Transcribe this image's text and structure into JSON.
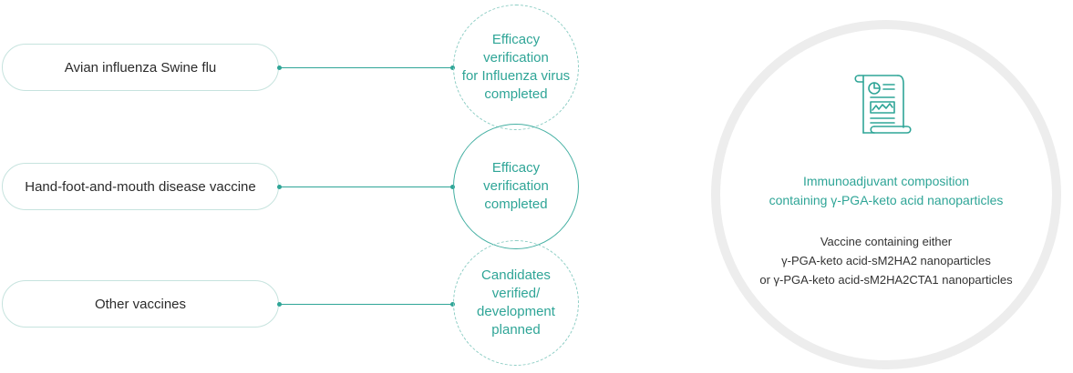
{
  "rows": [
    {
      "label": "Avian influenza Swine flu",
      "status_lines": [
        "Efficacy",
        "verification",
        "for Influenza virus",
        "completed"
      ]
    },
    {
      "label": "Hand-foot-and-mouth disease vaccine",
      "status_lines": [
        "Efficacy",
        "verification",
        "completed"
      ]
    },
    {
      "label": "Other vaccines",
      "status_lines": [
        "Candidates",
        "verified/",
        "development",
        "planned"
      ]
    }
  ],
  "composition": {
    "title_lines": [
      "Immunoadjuvant composition",
      "containing γ-PGA-keto acid nanoparticles"
    ],
    "description_lines": [
      "Vaccine containing either",
      "γ-PGA-keto acid-sM2HA2 nanoparticles",
      "or γ-PGA-keto acid-sM2HA2CTA1 nanoparticles"
    ],
    "icon": "document-chart-icon"
  },
  "colors": {
    "accent": "#2fa597",
    "pill_border": "#c6e3de",
    "ring": "#ededed"
  }
}
